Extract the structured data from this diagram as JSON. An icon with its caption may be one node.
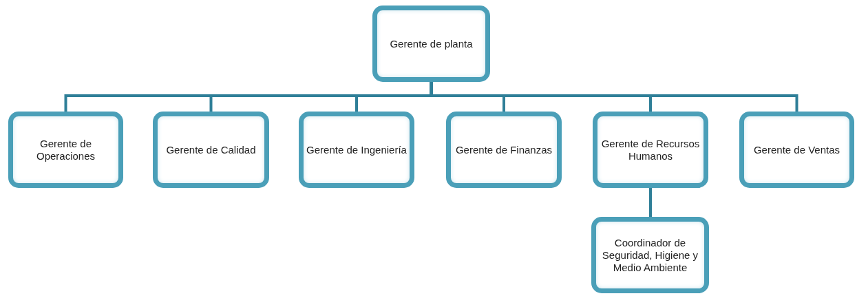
{
  "diagram": {
    "nodes": [
      {
        "text": [
          "Gerente de planta"
        ]
      },
      {
        "text": [
          "Gerente de Operaciones"
        ]
      },
      {
        "text": [
          "Gerente de Calidad"
        ]
      },
      {
        "text": [
          "Gerente de Ingeniería"
        ]
      },
      {
        "text": [
          "Gerente de Finanzas"
        ]
      },
      {
        "text": [
          "Gerente de Recursos Humanos"
        ]
      },
      {
        "text": [
          "Gerente de Ventas"
        ]
      },
      {
        "text": [
          "Coordinador de Seguridad, Higiene y Medio Ambiente"
        ]
      }
    ],
    "edges": [
      {
        "from": 0,
        "to": 1,
        "arrow": "none"
      },
      {
        "from": 0,
        "to": 2,
        "arrow": "none"
      },
      {
        "from": 0,
        "to": 3,
        "arrow": "none"
      },
      {
        "from": 0,
        "to": 4,
        "arrow": "none"
      },
      {
        "from": 0,
        "to": 5,
        "arrow": "none"
      },
      {
        "from": 0,
        "to": 6,
        "arrow": "none"
      },
      {
        "from": 5,
        "to": 7,
        "arrow": "none"
      }
    ]
  }
}
